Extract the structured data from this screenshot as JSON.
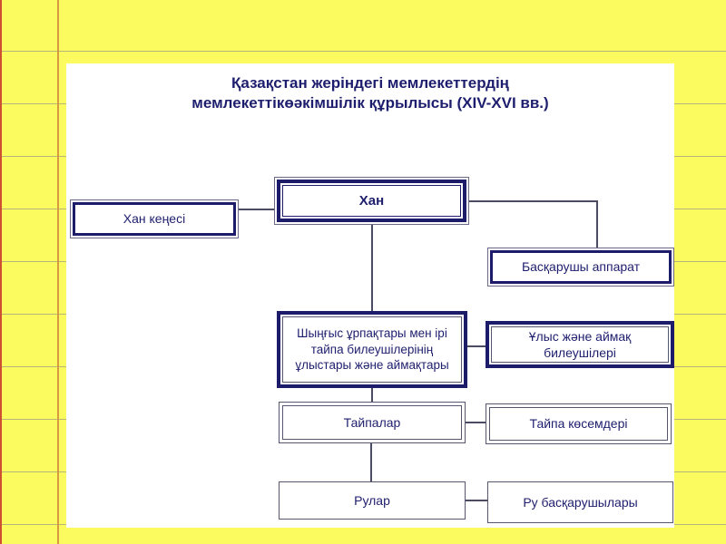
{
  "slide": {
    "title": {
      "line1": "Қазақстан жеріндегі мемлекеттердің",
      "line2": "мемлекеттікөәкімшілік құрылысы (XIV-XVI вв.)"
    }
  },
  "diagram": {
    "nodes": {
      "khan_kenesi": {
        "label": "Хан кеңесі"
      },
      "khan": {
        "label": "Хан"
      },
      "baskarushy_apparat": {
        "label": "Басқарушы аппарат"
      },
      "shyngys_ulystary": {
        "label": "Шыңғыс ұрпақтары мен ірі тайпа билеушілерінің ұлыстары және аймақтары"
      },
      "ulys_aimak_bileushileri": {
        "label": "Ұлыс және аймақ билеушілері"
      },
      "taipalar": {
        "label": "Тайпалар"
      },
      "taipa_kosemderi": {
        "label": "Тайпа көсемдері"
      },
      "rular": {
        "label": "Рулар"
      },
      "ru_baskarushylary": {
        "label": "Ру басқарушылары"
      }
    },
    "edges": [
      {
        "from": "khan_kenesi",
        "to": "khan"
      },
      {
        "from": "khan",
        "to": "baskarushy_apparat"
      },
      {
        "from": "khan",
        "to": "shyngys_ulystary"
      },
      {
        "from": "shyngys_ulystary",
        "to": "ulys_aimak_bileushileri"
      },
      {
        "from": "shyngys_ulystary",
        "to": "taipalar"
      },
      {
        "from": "taipalar",
        "to": "taipa_kosemderi"
      },
      {
        "from": "taipalar",
        "to": "rular"
      },
      {
        "from": "rular",
        "to": "ru_baskarushylary"
      }
    ]
  },
  "colors": {
    "background_yellow": "#fbfb60",
    "ruled_line": "#b6b67c",
    "margin_line_orange": "#d6993f",
    "edge_line_red": "#cf5030",
    "navy": "#1c1c6a",
    "text_navy": "#1e1e6e",
    "panel_white": "#ffffff",
    "connector": "#4b4b63"
  }
}
